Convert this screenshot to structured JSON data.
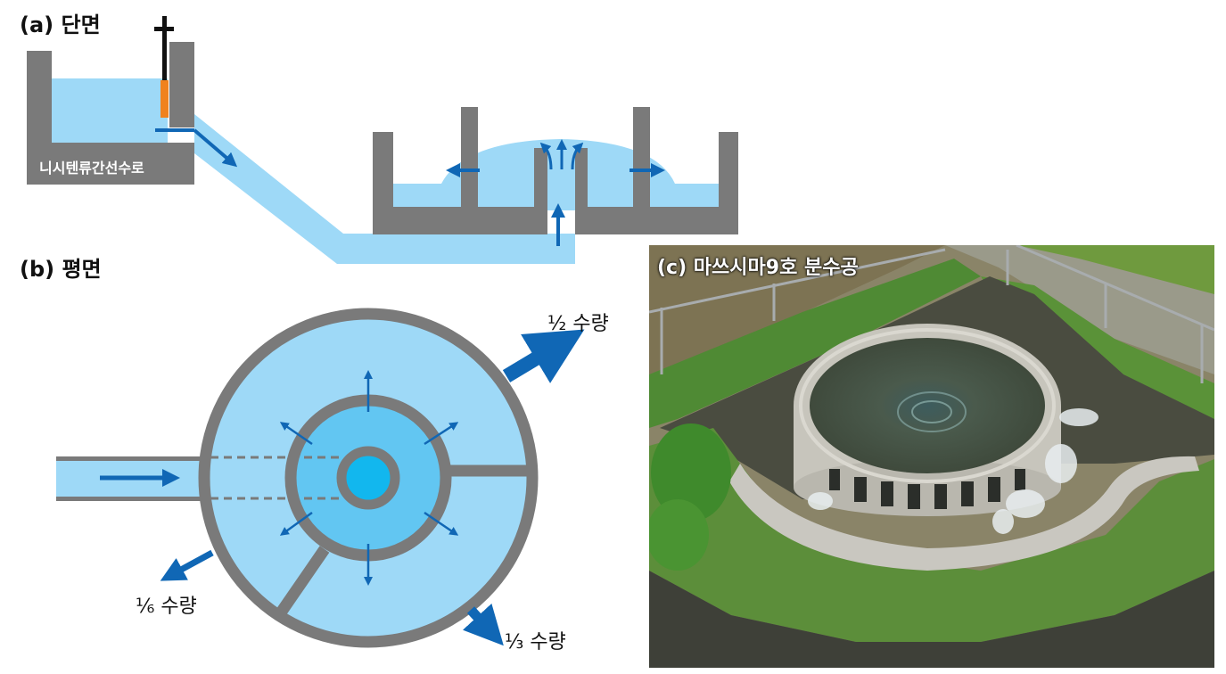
{
  "section": {
    "title": "(a) 단면",
    "channel_name": "니시텐류간선수로"
  },
  "plan": {
    "title": "(b) 평면",
    "flows": {
      "half": "½ 수량",
      "sixth": "⅙ 수량",
      "third": "⅓ 수량"
    }
  },
  "photo": {
    "title": "(c) 마쓰시마9호 분수공"
  },
  "colors": {
    "water_light": "#9ed9f7",
    "water_mid": "#62c6f2",
    "water_core": "#12b7ee",
    "wall": "#7a7a7a",
    "arrow": "#1067b5",
    "gate": "#f0821e"
  }
}
